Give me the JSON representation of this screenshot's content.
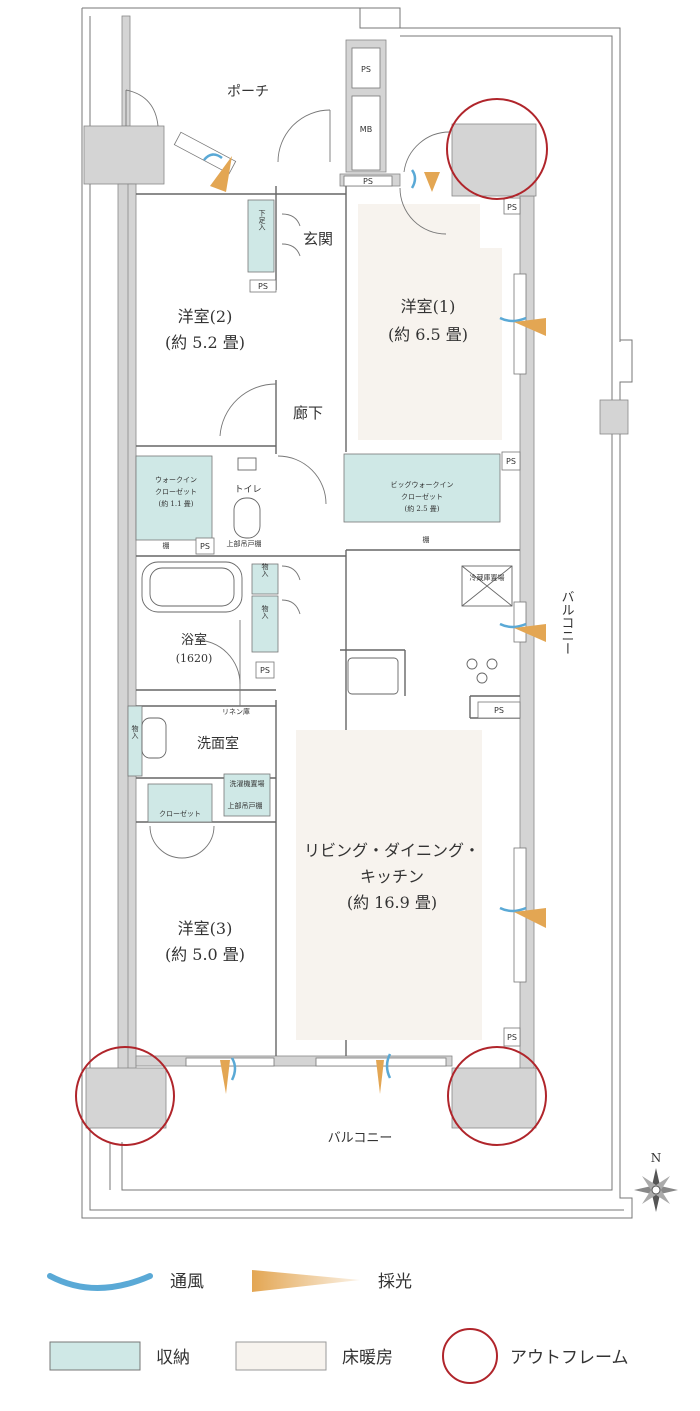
{
  "rooms": {
    "porch": "ポーチ",
    "mb": "MB",
    "entrance": "玄関",
    "shoe_box": "下足入",
    "room2_name": "洋室(2)",
    "room2_size": "(約 5.2 畳)",
    "room1_name": "洋室(1)",
    "room1_size": "(約 6.5 畳)",
    "hallway": "廊下",
    "walkin_l1": "ウォークイン",
    "walkin_l2": "クローゼット",
    "walkin_l3": "(約 1.1 畳)",
    "shelf": "棚",
    "toilet": "トイレ",
    "upper_cabinet": "上部吊戸棚",
    "big_walkin_l1": "ビッグウォークイン",
    "big_walkin_l2": "クローゼット",
    "big_walkin_l3": "(約 2.5 畳)",
    "storage": "物入",
    "fridge": "冷蔵庫置場",
    "bath_name": "浴室",
    "bath_size": "(1620)",
    "linen": "リネン庫",
    "washroom": "洗面室",
    "washer": "洗濯機置場",
    "closet": "クローゼット",
    "ldk_l1": "リビング・ダイニング・",
    "ldk_l2": "キッチン",
    "ldk_l3": "(約 16.9 畳)",
    "room3_name": "洋室(3)",
    "room3_size": "(約 5.0 畳)",
    "balcony_side": "バルコニー",
    "balcony_bottom": "バルコニー",
    "ps": "PS",
    "north": "N"
  },
  "legend": {
    "ventilation": "通風",
    "lighting": "採光",
    "storage": "収納",
    "floor_heating": "床暖房",
    "outframe": "アウトフレーム"
  },
  "colors": {
    "storage": "#cfe8e6",
    "floor_heating": "#f7f3ee",
    "outframe": "#b0252b",
    "wall": "#d4d4d4",
    "ventilation": "#5aa9d6",
    "lighting": "#e3a653"
  }
}
